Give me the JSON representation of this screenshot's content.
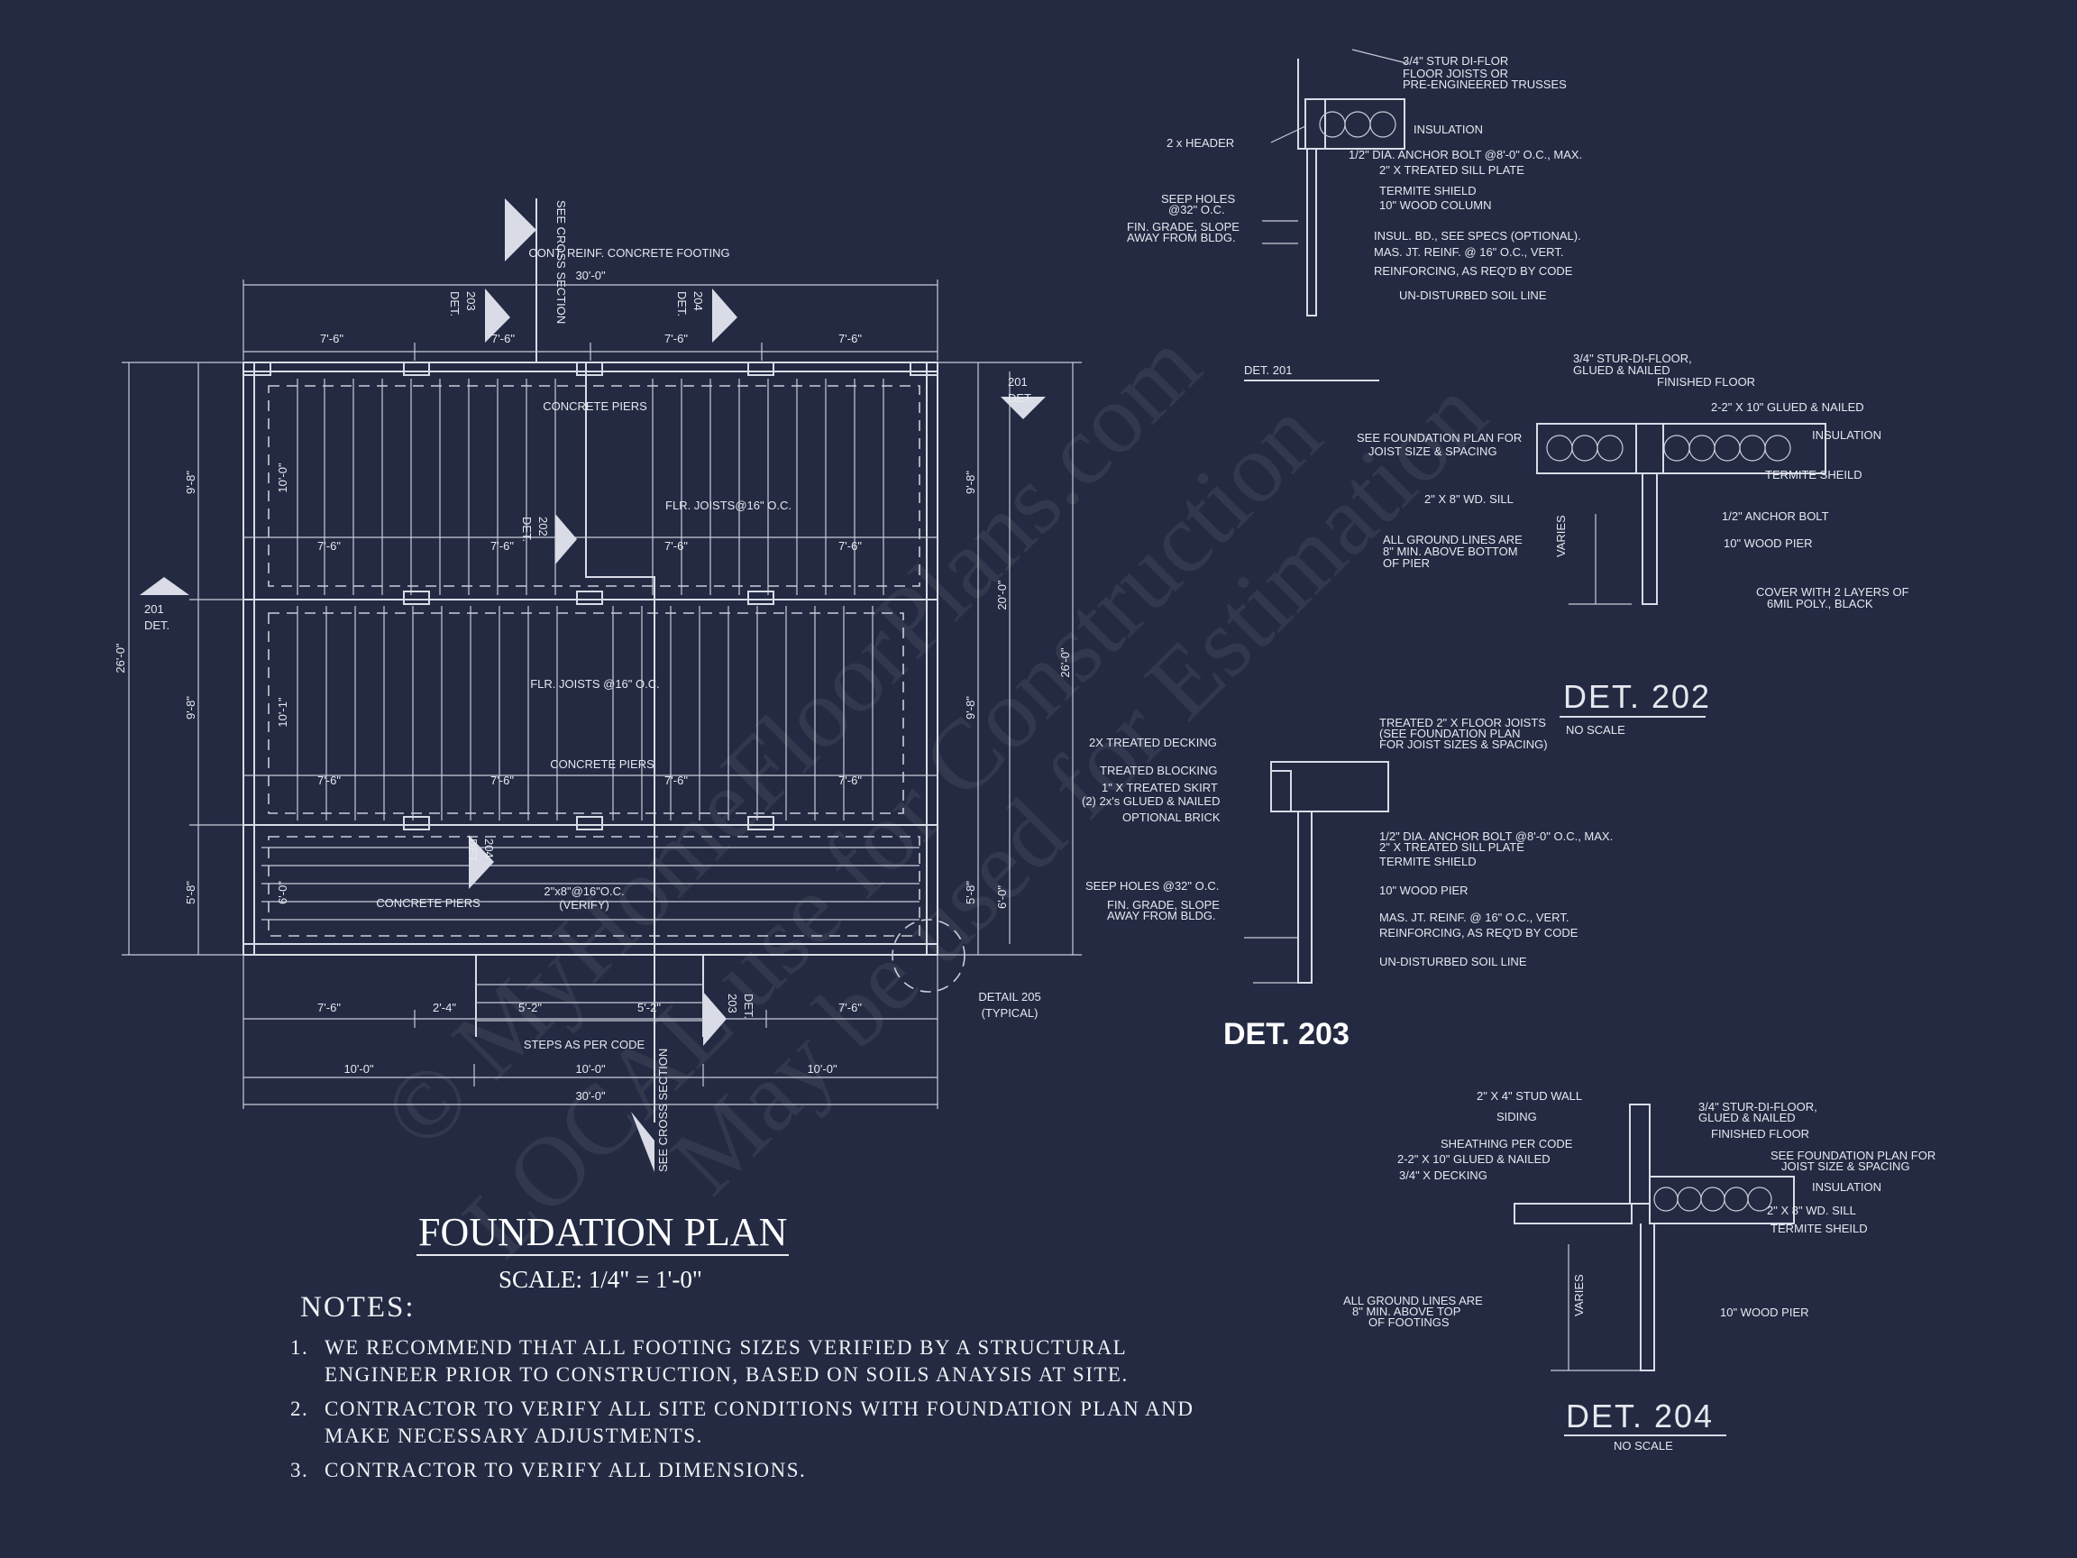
{
  "plan": {
    "title": "FOUNDATION PLAN",
    "scale": "SCALE: 1/4\" = 1'-0\"",
    "dims": {
      "overall_width": "30'-0\"",
      "overall_depth": "26'-0\"",
      "bay": "7'-6\"",
      "d_9_8": "9'-8\"",
      "d_5_8": "5'-8\"",
      "d_10_0": "10'-0\"",
      "d_10_1": "10'-1\"",
      "d_6_0": "6'-0\"",
      "d_20_0": "20'-0\"",
      "d_2_4": "2'-4\"",
      "d_5_2": "5'-2\""
    },
    "labels": {
      "cont_footing": "CONT. REINF. CONCRETE FOOTING",
      "concrete_piers": "CONCRETE PIERS",
      "flr_joists_1": "FLR. JOISTS@16\" O.C.",
      "flr_joists_2": "FLR. JOISTS @16\" O.C.",
      "joist_2x8_a": "2\"x8\"@16\"O.C.",
      "joist_2x8_b": "(VERIFY)",
      "steps": "STEPS AS PER CODE",
      "detail_205": "DETAIL 205",
      "typical": "(TYPICAL)",
      "see_cross_section": "SEE CROSS SECTION",
      "det": "DET.",
      "n201": "201",
      "n202": "202",
      "n203": "203",
      "n204": "204"
    }
  },
  "notes": {
    "title": "NOTES:",
    "items": [
      {
        "num": "1.",
        "text": "WE RECOMMEND THAT ALL FOOTING SIZES VERIFIED BY A STRUCTURAL ENGINEER PRIOR TO CONSTRUCTION, BASED ON SOILS ANAYSIS AT SITE."
      },
      {
        "num": "2.",
        "text": "CONTRACTOR TO VERIFY ALL SITE CONDITIONS WITH FOUNDATION PLAN AND MAKE NECESSARY ADJUSTMENTS."
      },
      {
        "num": "3.",
        "text": "CONTRACTOR TO VERIFY ALL DIMENSIONS."
      }
    ]
  },
  "det201": {
    "title": "DET. 201",
    "labels": [
      "3/4\" STUR DI-FLOR",
      "FLOOR JOISTS OR",
      "PRE-ENGINEERED TRUSSES",
      "2 x HEADER",
      "INSULATION",
      "1/2\" DIA. ANCHOR BOLT @8'-0\" O.C., MAX.",
      "2\" X TREATED SILL PLATE",
      "TERMITE SHIELD",
      "10\" WOOD COLUMN",
      "SEEP HOLES",
      "@32\" O.C.",
      "FIN. GRADE, SLOPE",
      "AWAY FROM BLDG.",
      "INSUL. BD., SEE SPECS (OPTIONAL).",
      "MAS. JT. REINF. @ 16\" O.C., VERT.",
      "REINFORCING, AS REQ'D BY CODE",
      "UN-DISTURBED SOIL LINE"
    ]
  },
  "det202": {
    "title": "DET. 202",
    "sub": "NO SCALE",
    "labels": [
      "3/4\" STUR-DI-FLOOR,",
      "GLUED & NAILED",
      "FINISHED FLOOR",
      "2-2\" X 10\" GLUED & NAILED",
      "SEE FOUNDATION PLAN FOR",
      "JOIST SIZE & SPACING",
      "INSULATION",
      "TERMITE SHEILD",
      "2\" X 8\" WD. SILL",
      "1/2\" ANCHOR BOLT",
      "ALL GROUND LINES ARE",
      "8\" MIN. ABOVE BOTTOM",
      "OF PIER",
      "10\" WOOD PIER",
      "COVER WITH 2 LAYERS OF",
      "6MIL POLY., BLACK",
      "VARIES"
    ]
  },
  "det203": {
    "title": "DET. 203",
    "labels": [
      "2X TREATED DECKING",
      "TREATED 2\" X FLOOR JOISTS",
      "(SEE FOUNDATION PLAN",
      "FOR JOIST SIZES & SPACING)",
      "TREATED BLOCKING",
      "1\" X TREATED SKIRT",
      "(2) 2x's GLUED & NAILED",
      "OPTIONAL BRICK",
      "1/2\" DIA. ANCHOR BOLT @8'-0\" O.C., MAX.",
      "2\" X TREATED SILL PLATE",
      "TERMITE SHIELD",
      "SEEP HOLES @32\" O.C.",
      "10\" WOOD PIER",
      "FIN. GRADE, SLOPE",
      "AWAY FROM BLDG.",
      "MAS. JT. REINF. @ 16\" O.C., VERT.",
      "REINFORCING, AS REQ'D BY CODE",
      "UN-DISTURBED SOIL LINE"
    ]
  },
  "det204": {
    "title": "DET. 204",
    "sub": "NO SCALE",
    "labels": [
      "2\" X 4\" STUD WALL",
      "SIDING",
      "SHEATHING PER CODE",
      "2-2\" X 10\" GLUED & NAILED",
      "3/4\" X DECKING",
      "3/4\" STUR-DI-FLOOR,",
      "GLUED & NAILED",
      "FINISHED FLOOR",
      "SEE FOUNDATION PLAN FOR",
      "JOIST SIZE & SPACING",
      "INSULATION",
      "2\" X 8\" WD. SILL",
      "TERMITE SHEILD",
      "ALL GROUND LINES ARE",
      "8\" MIN. ABOVE TOP",
      "OF FOOTINGS",
      "10\" WOOD PIER",
      "VARIES"
    ]
  },
  "watermark": [
    "© MyHomeFloorPlans.com",
    "LOCAL use for Construction",
    "May be used for Estimation"
  ]
}
